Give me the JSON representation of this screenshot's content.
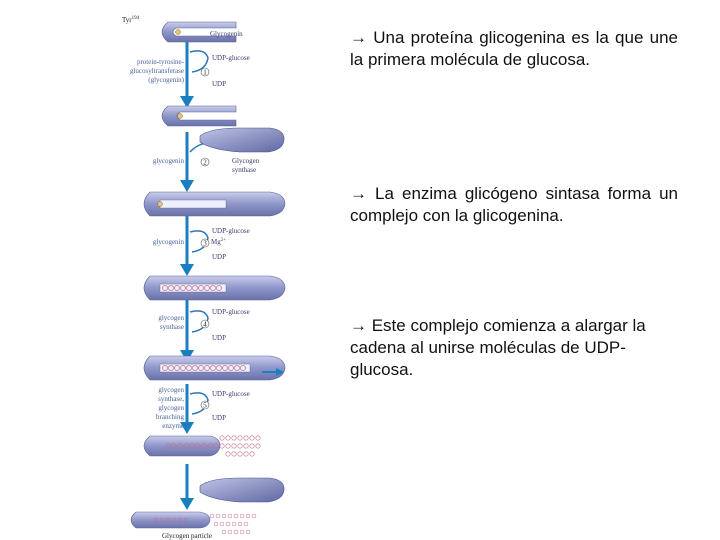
{
  "diagram": {
    "labels": {
      "tyr": "Tyr",
      "tyr_sup": "194",
      "glycogenin_top": "Glycogenin",
      "enzyme1_l1": "protein-tyrosine-",
      "enzyme1_l2": "glucosyltransferase",
      "enzyme1_l3": "(glycogenin)",
      "udp_glucose": "UDP-glucose",
      "udp": "UDP",
      "glycogenin_step2": "glycogenin",
      "gs_l1": "Glycogen",
      "gs_l2": "synthase",
      "glycogenin_step3": "glycogenin",
      "mg": "Mg",
      "mg_sup": "2+",
      "gs4_l1": "glycogen",
      "gs4_l2": "synthase",
      "gbe_l1": "glycogen",
      "gbe_l2": "synthase,",
      "gbe_l3": "glycogen",
      "gbe_l4": "branching",
      "gbe_l5": "enzyme",
      "particle": "Glycogen particle",
      "steps": [
        "1",
        "2",
        "3",
        "4",
        "5"
      ]
    }
  },
  "text": {
    "block1": "→ Una proteína glicogenina es la que une la primera molécula de glucosa.",
    "block2": "→ La enzima glicógeno sintasa forma un complejo con la glicogenina.",
    "block3": "→ Este complejo comienza a alargar la cadena al unirse moléculas de UDP-glucosa."
  }
}
